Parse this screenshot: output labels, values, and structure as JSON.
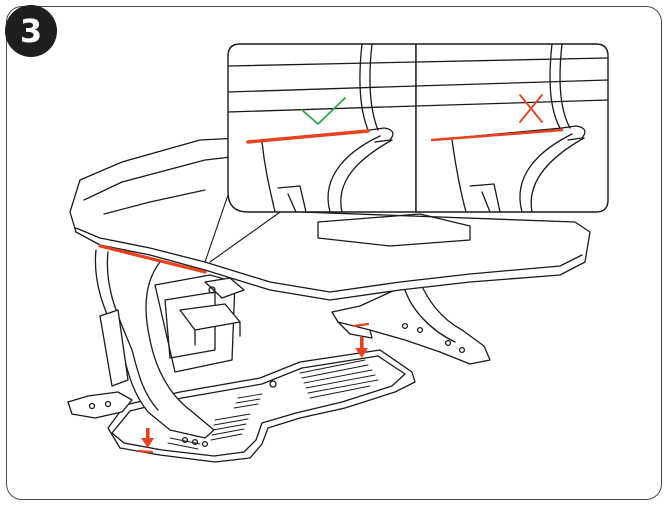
{
  "step": {
    "number": "3"
  },
  "colors": {
    "line": "#1a1a1a",
    "accent": "#e8431e",
    "check": "#2aa84a",
    "frame": "#4a4a4a",
    "badge": "#1f1f1f"
  },
  "detail_panels": [
    {
      "status": "correct",
      "icon": "checkmark-icon"
    },
    {
      "status": "incorrect",
      "icon": "cross-icon"
    }
  ]
}
